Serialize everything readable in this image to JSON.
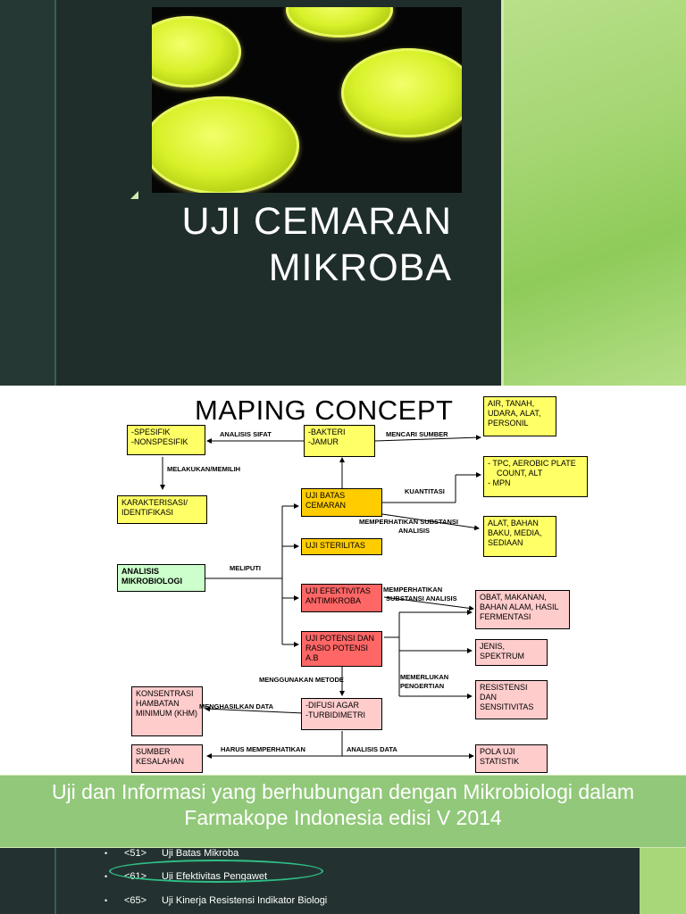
{
  "slide1": {
    "title_line1": "UJI CEMARAN",
    "title_line2": "MIKROBA",
    "photo_description": "yellow agar petri dishes"
  },
  "slide2": {
    "title": "MAPING CONCEPT",
    "boxes": {
      "spesifik": "-SPESIFIK",
      "nonspesifik": "-NONSPESIFIK",
      "bakteri": "-BAKTERI",
      "jamur": "-JAMUR",
      "sumber_cemaran": "AIR, TANAH, UDARA, ALAT, PERSONIL",
      "karakterisasi": "KARAKTERISASI/ IDENTIFIKASI",
      "uji_batas": "UJI BATAS CEMARAN",
      "tpc_line1": "- TPC, AEROBIC PLATE",
      "tpc_line2": "COUNT, ALT",
      "tpc_line3": "- MPN",
      "alat_bahan": "ALAT, BAHAN BAKU, MEDIA, SEDIAAN",
      "uji_sterilitas": "UJI STERILITAS",
      "analisis_mikro": "ANALISIS MIKROBIOLOGI",
      "uji_efektivitas": "UJI EFEKTIVITAS ANTIMIKROBA",
      "obat": "OBAT, MAKANAN, BAHAN ALAM, HASIL FERMENTASI",
      "uji_potensi": "UJI POTENSI DAN RASIO POTENSI A.B",
      "jenis": "JENIS, SPEKTRUM",
      "khm": "KONSENTRASI HAMBATAN MINIMUM (KHM)",
      "difusi": "-DIFUSI AGAR",
      "turbidimetri": "-TURBIDIMETRI",
      "resistensi": "RESISTENSI DAN SENSITIVITAS",
      "sumber_kesalahan": "SUMBER KESALAHAN",
      "pola_uji": "POLA UJI STATISTIK"
    },
    "labels": {
      "analisis_sifat": "ANALISIS SIFAT",
      "mencari_sumber": "MENCARI SUMBER",
      "melakukan": "MELAKUKAN/MEMILIH",
      "kuantitasi": "KUANTITASI",
      "memperhatikan_substansi": "MEMPERHATIKAN SUBSTANSI",
      "analisis": "ANALISIS",
      "meliputi": "MELIPUTI",
      "memperhatikan2": "MEMPERHATIKAN",
      "substansi_analisis": "SUBSTANSI ANALISIS",
      "menggunakan_metode": "MENGGUNAKAN METODE",
      "memerlukan": "MEMERLUKAN",
      "pengertian": "PENGERTIAN",
      "menghasilkan_data": "MENGHASILKAN DATA",
      "harus_memperhatikan": "HARUS MEMPERHATIKAN",
      "analisis_data": "ANALISIS DATA"
    }
  },
  "slide3": {
    "banner_line1": "Uji dan Informasi yang berhubungan dengan Mikrobiologi dalam",
    "banner_line2": "Farmakope Indonesia edisi V 2014",
    "items": [
      {
        "bullet": "•",
        "num": "<51>",
        "text": "Uji Batas Mikroba"
      },
      {
        "bullet": "•",
        "num": "<61>",
        "text": "Uji Efektivitas Pengawet"
      },
      {
        "bullet": "•",
        "num": "<65>",
        "text": "Uji Kinerja Resistensi Indikator Biologi"
      }
    ]
  }
}
